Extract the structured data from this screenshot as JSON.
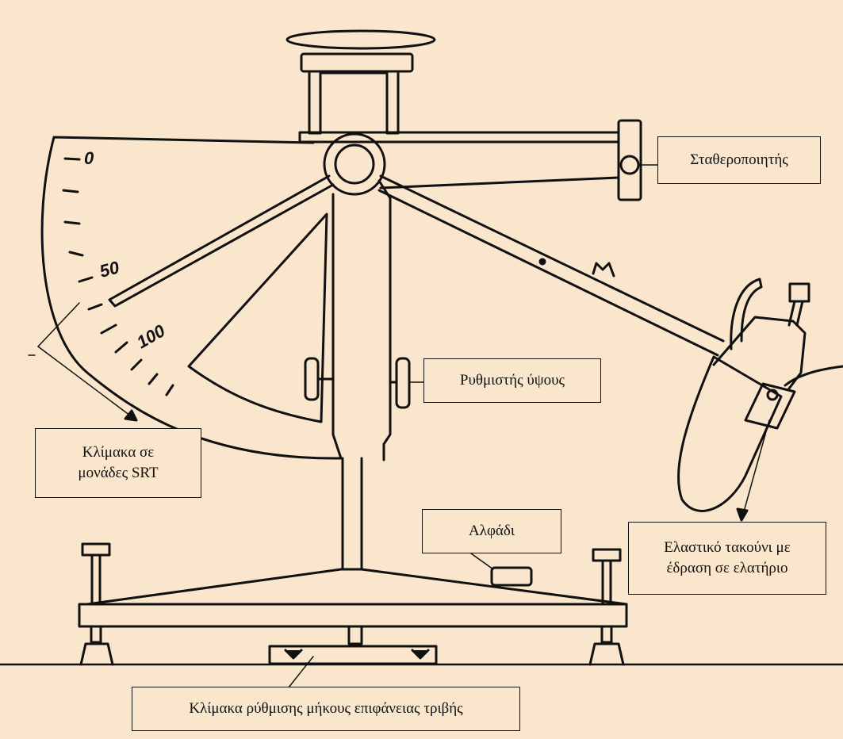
{
  "labels": {
    "stabilizer": "Σταθεροποιητής",
    "height_adjuster": "Ρυθμιστής ύψους",
    "srt_scale": "Κλίμακα σε\nμονάδες SRT",
    "spirit_level": "Αλφάδι",
    "rubber_slider": "Ελαστικό τακούνι με\nέδραση σε ελατήριο",
    "contact_length_scale": "Κλίμακα ρύθμισης μήκους επιφάνειας τριβής"
  },
  "scale_numbers": {
    "zero": "0",
    "fifty": "50",
    "hundred": "100"
  },
  "colors": {
    "background": "#FAE6CC",
    "ink": "#111111"
  }
}
